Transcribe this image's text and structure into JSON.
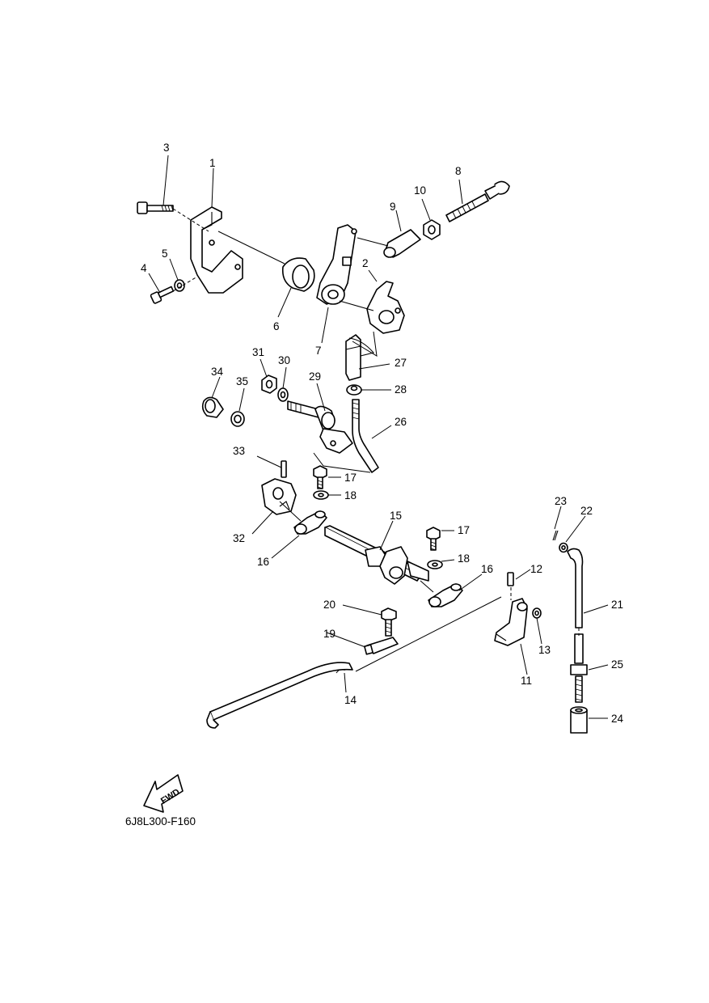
{
  "diagram": {
    "drawing_code": "6J8L300-F160",
    "forward_marker": "FWD",
    "callouts": [
      "1",
      "2",
      "3",
      "4",
      "5",
      "6",
      "7",
      "8",
      "9",
      "10",
      "11",
      "12",
      "13",
      "14",
      "15",
      "16",
      "16",
      "17",
      "17",
      "18",
      "18",
      "19",
      "20",
      "21",
      "22",
      "23",
      "24",
      "25",
      "26",
      "27",
      "28",
      "29",
      "30",
      "31",
      "32",
      "33",
      "34",
      "35"
    ]
  }
}
